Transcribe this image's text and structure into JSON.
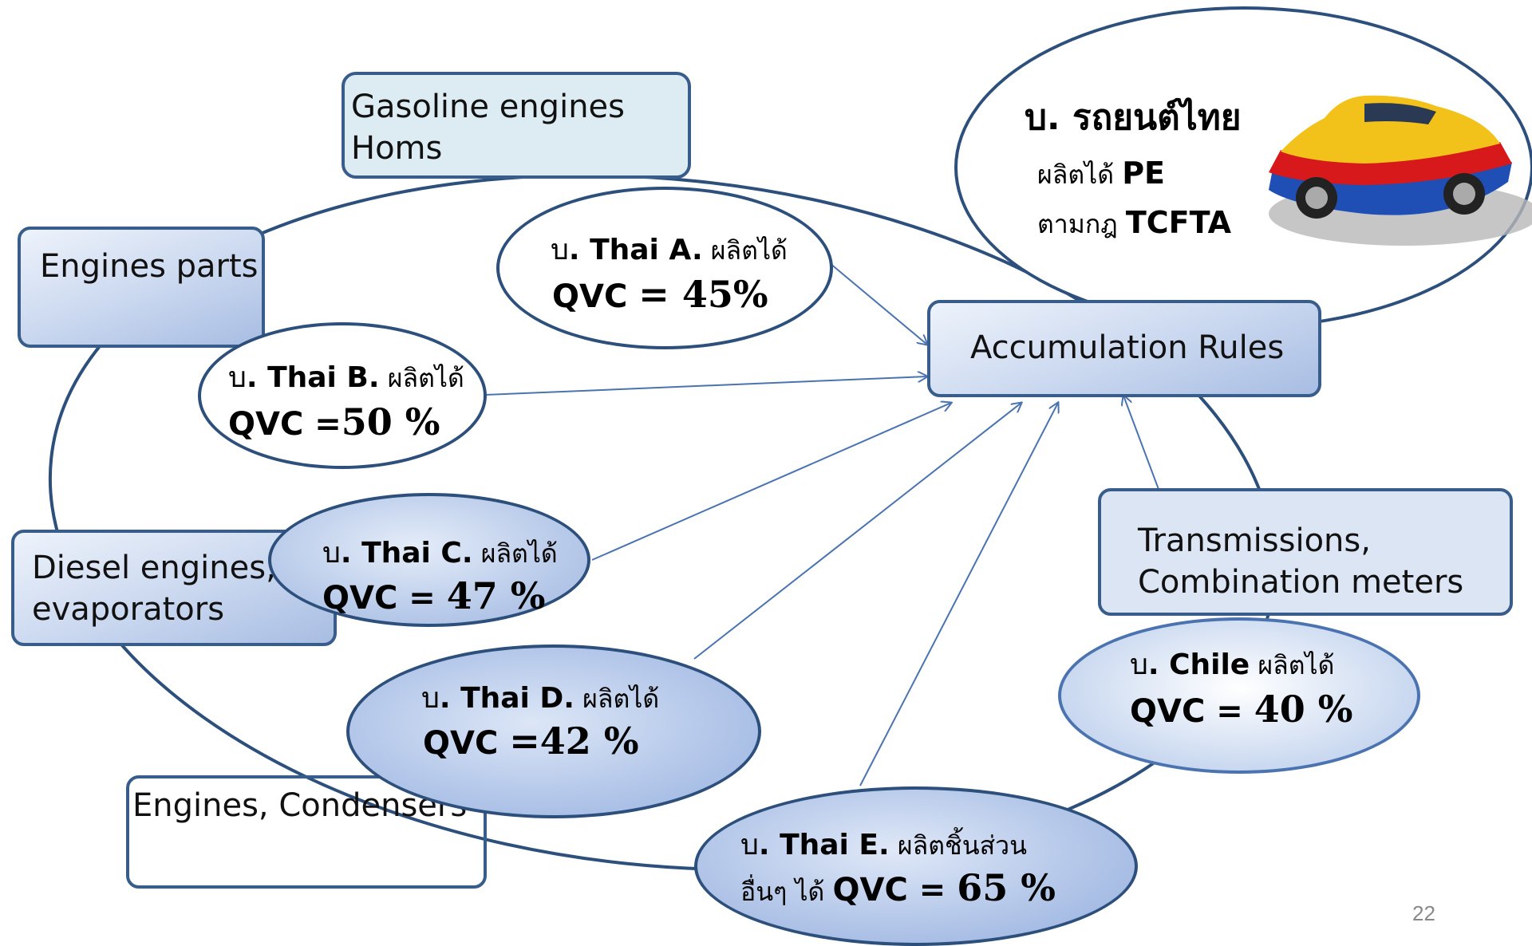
{
  "boxes": {
    "gasoline": {
      "line1": "Gasoline engines",
      "line2": "Homs"
    },
    "engines_parts": {
      "label": "Engines parts"
    },
    "diesel": {
      "line1": "Diesel engines,",
      "line2": "evaporators"
    },
    "engines_condensers": {
      "label": "Engines, Condensers"
    },
    "accumulation": {
      "label": "Accumulation Rules"
    },
    "transmissions": {
      "line1": "Transmissions,",
      "line2": "Combination meters"
    }
  },
  "companies": {
    "thai_a": {
      "prefix": "บ",
      "name": ". Thai A.",
      "produces": " ผลิตได้",
      "qvc_label": "QVC",
      "qvc_value": "= 45%"
    },
    "thai_b": {
      "prefix": "บ",
      "name": ". Thai B.",
      "produces": " ผลิตได้",
      "qvc_label": "QVC =",
      "qvc_value": "50 %"
    },
    "thai_c": {
      "prefix": "บ",
      "name": ". Thai C.",
      "produces": " ผลิตได้",
      "qvc_label": "QVC = ",
      "qvc_value": "47 %"
    },
    "thai_d": {
      "prefix": "บ",
      "name": ". Thai D.",
      "produces": " ผลิตได้",
      "qvc_label": "QVC ",
      "qvc_value": "=42 %"
    },
    "thai_e": {
      "prefix": "บ",
      "name": ". Thai E.",
      "produces": " ผลิตชิ้นส่วน",
      "line2_prefix": "อื่นๆ ได้ ",
      "qvc_label": "QVC = ",
      "qvc_value": "65 %"
    },
    "chile": {
      "prefix": "บ",
      "name": ". Chile",
      "produces": " ผลิตได้",
      "qvc_label": "QVC = ",
      "qvc_value": "40 %"
    }
  },
  "thai_car": {
    "title": "บ. รถยนต์ไทย",
    "line1_thai": "ผลิตได้ ",
    "line1_bold": "PE",
    "line2_thai": "ตามกฎ  ",
    "line2_bold": "TCFTA",
    "icon": "car-icon",
    "car_colors": {
      "yellow": "#f2c21b",
      "red": "#d7191c",
      "blue": "#1f4fb4"
    }
  },
  "page_number": "22"
}
